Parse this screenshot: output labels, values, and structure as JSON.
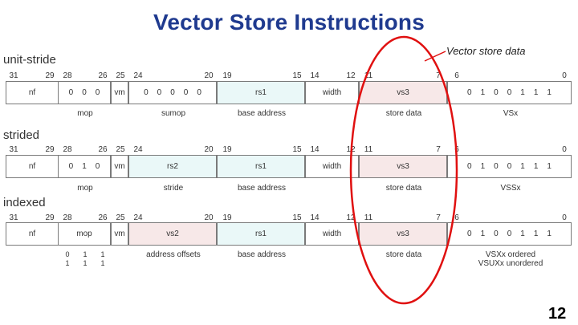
{
  "title": "Vector Store Instructions",
  "annotation": "Vector store data",
  "page_number": "12",
  "formats": [
    {
      "label": "unit-stride",
      "bits": [
        "31",
        "29",
        "28",
        "26",
        "25",
        "24",
        "20",
        "19",
        "15",
        "14",
        "12",
        "11",
        "7",
        "6",
        "0"
      ],
      "fields": [
        "nf",
        "0 0 0",
        "vm",
        "0 0 0 0 0",
        "rs1",
        "width",
        "vs3",
        "0 1 0 0 1 1 1"
      ],
      "captions": [
        "mop",
        "sumop",
        "base address",
        "store data",
        "VSx"
      ]
    },
    {
      "label": "strided",
      "bits": [
        "31",
        "29",
        "28",
        "26",
        "25",
        "24",
        "20",
        "19",
        "15",
        "14",
        "12",
        "11",
        "7",
        "6",
        "0"
      ],
      "fields": [
        "nf",
        "0 1 0",
        "vm",
        "rs2",
        "rs1",
        "width",
        "vs3",
        "0 1 0 0 1 1 1"
      ],
      "captions": [
        "mop",
        "stride",
        "base address",
        "store data",
        "VSSx"
      ]
    },
    {
      "label": "indexed",
      "bits": [
        "31",
        "29",
        "28",
        "26",
        "25",
        "24",
        "20",
        "19",
        "15",
        "14",
        "12",
        "11",
        "7",
        "6",
        "0"
      ],
      "fields": [
        "nf",
        "mop",
        "vm",
        "vs2",
        "rs1",
        "width",
        "vs3",
        "0 1 0 0 1 1 1"
      ],
      "captions": [
        "address offsets",
        "base address",
        "store data",
        "VSXx ordered",
        "VSUXx unordered"
      ],
      "mop_values": [
        [
          "0",
          "1",
          "1"
        ],
        [
          "1",
          "1",
          "1"
        ]
      ]
    }
  ]
}
